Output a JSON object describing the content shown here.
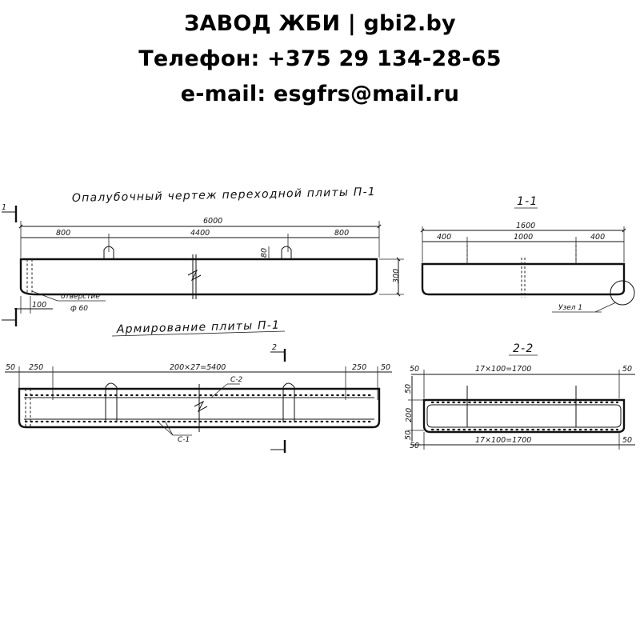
{
  "header": {
    "line1": "ЗАВОД ЖБИ | gbi2.by",
    "line2": "Телефон: +375 29 134-28-65",
    "line3": "e-mail: esgfrs@mail.ru"
  },
  "formwork": {
    "title": "Опалубочный чертеж переходной плиты П-1",
    "overall_dim": "6000",
    "dim_left": "800",
    "dim_mid": "4400",
    "dim_right": "800",
    "dim_lug": "80",
    "dim_height": "300",
    "dim_edge": "100",
    "hole_label": "отверстие",
    "hole_dia": "ф 60",
    "section_mark": "1"
  },
  "section_1_1": {
    "title": "1-1",
    "overall_dim": "1600",
    "dim_left": "400",
    "dim_mid": "1000",
    "dim_right": "400",
    "node_label": "Узел 1"
  },
  "reinforcement": {
    "title": "Армирование плиты П-1",
    "dim_end_left": "50",
    "dim_left": "250",
    "dim_mid": "200×27=5400",
    "dim_right": "250",
    "dim_end_right": "50",
    "cage_upper": "С-2",
    "cage_lower": "С-1",
    "section_mark": "2"
  },
  "section_2_2": {
    "title": "2-2",
    "dim_top_left": "50",
    "dim_top": "17×100=1700",
    "dim_top_right": "50",
    "dim_side_1": "50",
    "dim_side_2": "200",
    "dim_side_3": "50",
    "dim_bottom_left": "50",
    "dim_bottom": "17×100=1700",
    "dim_bottom_right": "50"
  }
}
